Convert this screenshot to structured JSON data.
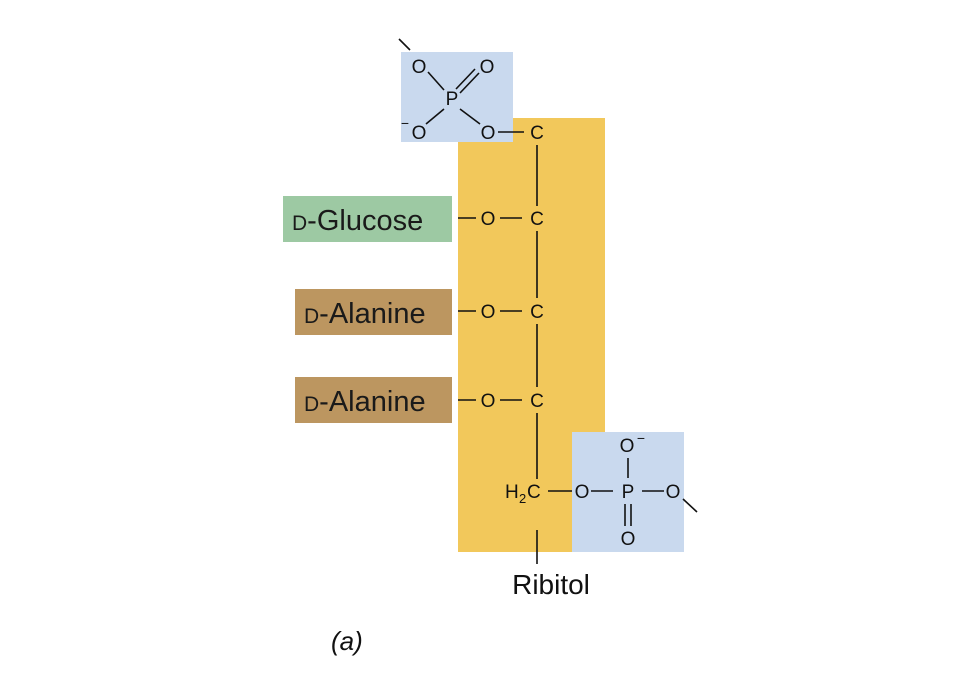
{
  "colors": {
    "ribitol_bar": "#F2C85B",
    "phosphate_box": "#C9D9EE",
    "glucose_box": "#9DC9A3",
    "alanine_box": "#BC9660"
  },
  "substituents": {
    "glucose": {
      "prefix": "D",
      "name": "-Glucose"
    },
    "alanine_1": {
      "prefix": "D",
      "name": "-Alanine"
    },
    "alanine_2": {
      "prefix": "D",
      "name": "-Alanine"
    }
  },
  "atoms": {
    "oxygen": "O",
    "phosphorus": "P",
    "carbon": "C",
    "h2c_h": "H",
    "h2c_sub": "2",
    "h2c_c": "C",
    "minus": "−"
  },
  "labels": {
    "ribitol": "Ribitol",
    "panel": "(a)"
  }
}
